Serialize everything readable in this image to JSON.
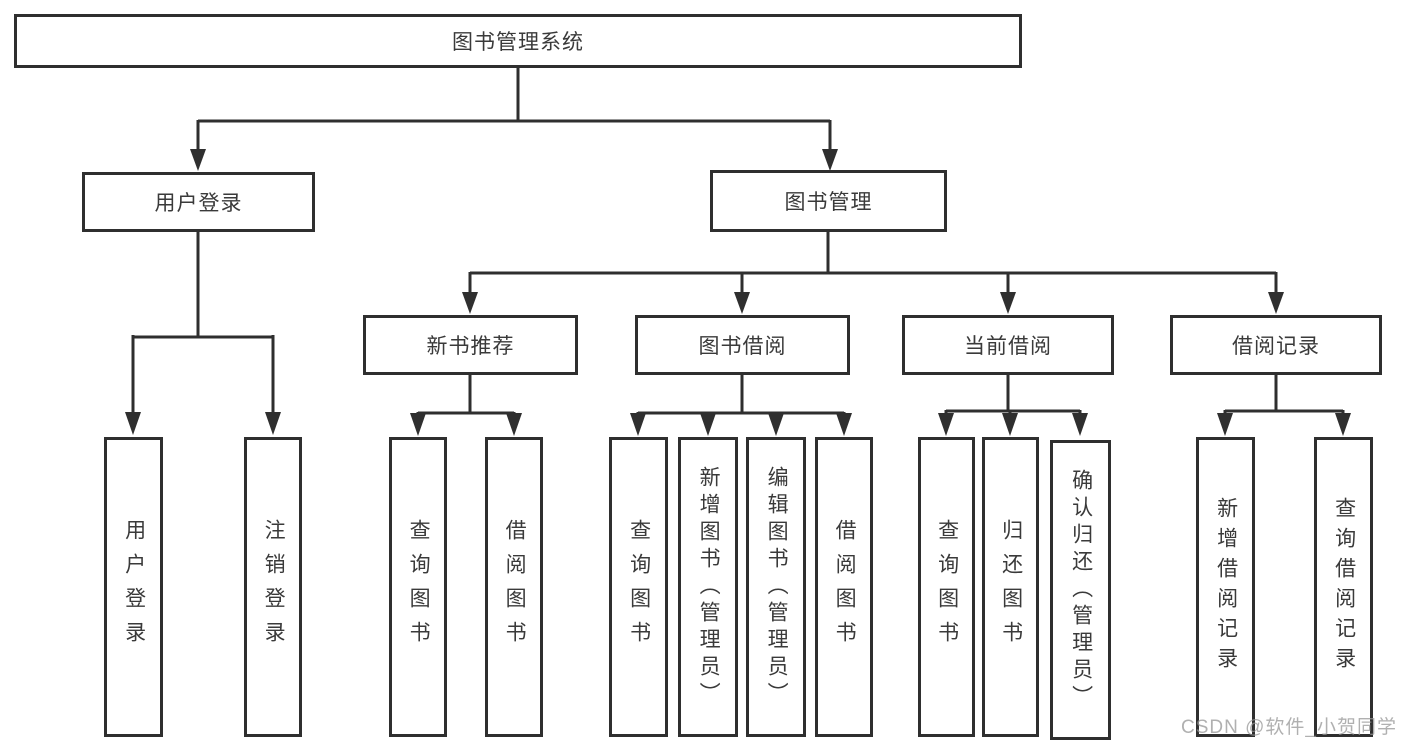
{
  "diagram": {
    "title_node": {
      "label": "图书管理系统"
    },
    "level2": [
      {
        "label": "用户登录"
      },
      {
        "label": "图书管理"
      }
    ],
    "level3": [
      {
        "label": "新书推荐"
      },
      {
        "label": "图书借阅"
      },
      {
        "label": "当前借阅"
      },
      {
        "label": "借阅记录"
      }
    ],
    "leaves": [
      {
        "label": "用户登录",
        "parent": "用户登录"
      },
      {
        "label": "注销登录",
        "parent": "用户登录"
      },
      {
        "label": "查询图书",
        "parent": "新书推荐"
      },
      {
        "label": "借阅图书",
        "parent": "新书推荐"
      },
      {
        "label": "查询图书",
        "parent": "图书借阅"
      },
      {
        "label": "新增图书（管理员）",
        "parent": "图书借阅"
      },
      {
        "label": "编辑图书（管理员）",
        "parent": "图书借阅"
      },
      {
        "label": "借阅图书",
        "parent": "图书借阅"
      },
      {
        "label": "查询图书",
        "parent": "当前借阅"
      },
      {
        "label": "归还图书",
        "parent": "当前借阅"
      },
      {
        "label": "确认归还（管理员）",
        "parent": "当前借阅"
      },
      {
        "label": "新增借阅记录",
        "parent": "借阅记录"
      },
      {
        "label": "查询借阅记录",
        "parent": "借阅记录"
      }
    ],
    "colors": {
      "line": "#2f2f2f",
      "text": "#3a3a3a",
      "background": "#ffffff",
      "watermark": "#969696"
    }
  },
  "watermark": {
    "text": "CSDN @软件_小贺同学"
  }
}
